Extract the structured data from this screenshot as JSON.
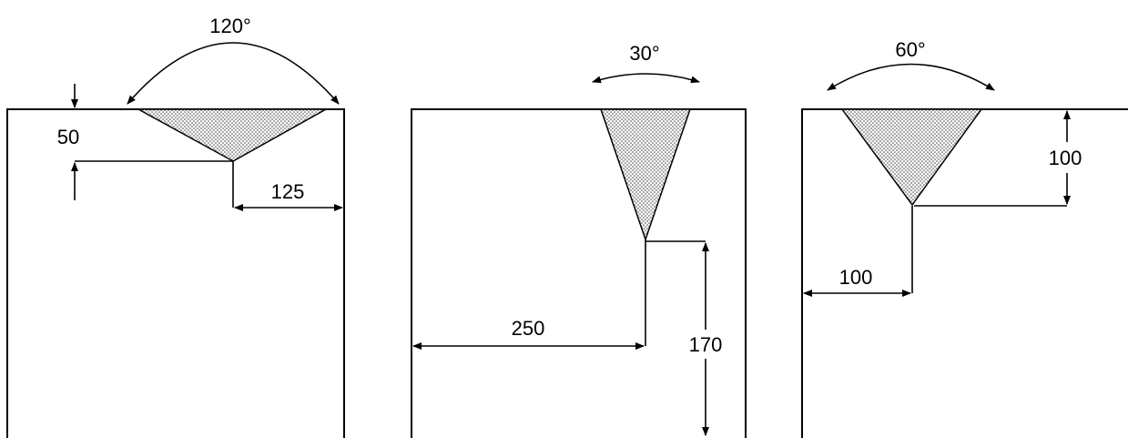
{
  "diagram": {
    "panels": [
      {
        "id": "a",
        "angle_label": "120°",
        "depth_label": "50",
        "offset_label": "125"
      },
      {
        "id": "b",
        "angle_label": "30°",
        "offset_label": "250",
        "depth_label": "170"
      },
      {
        "id": "c",
        "angle_label": "60°",
        "depth_label": "100",
        "offset_label": "100"
      }
    ]
  }
}
